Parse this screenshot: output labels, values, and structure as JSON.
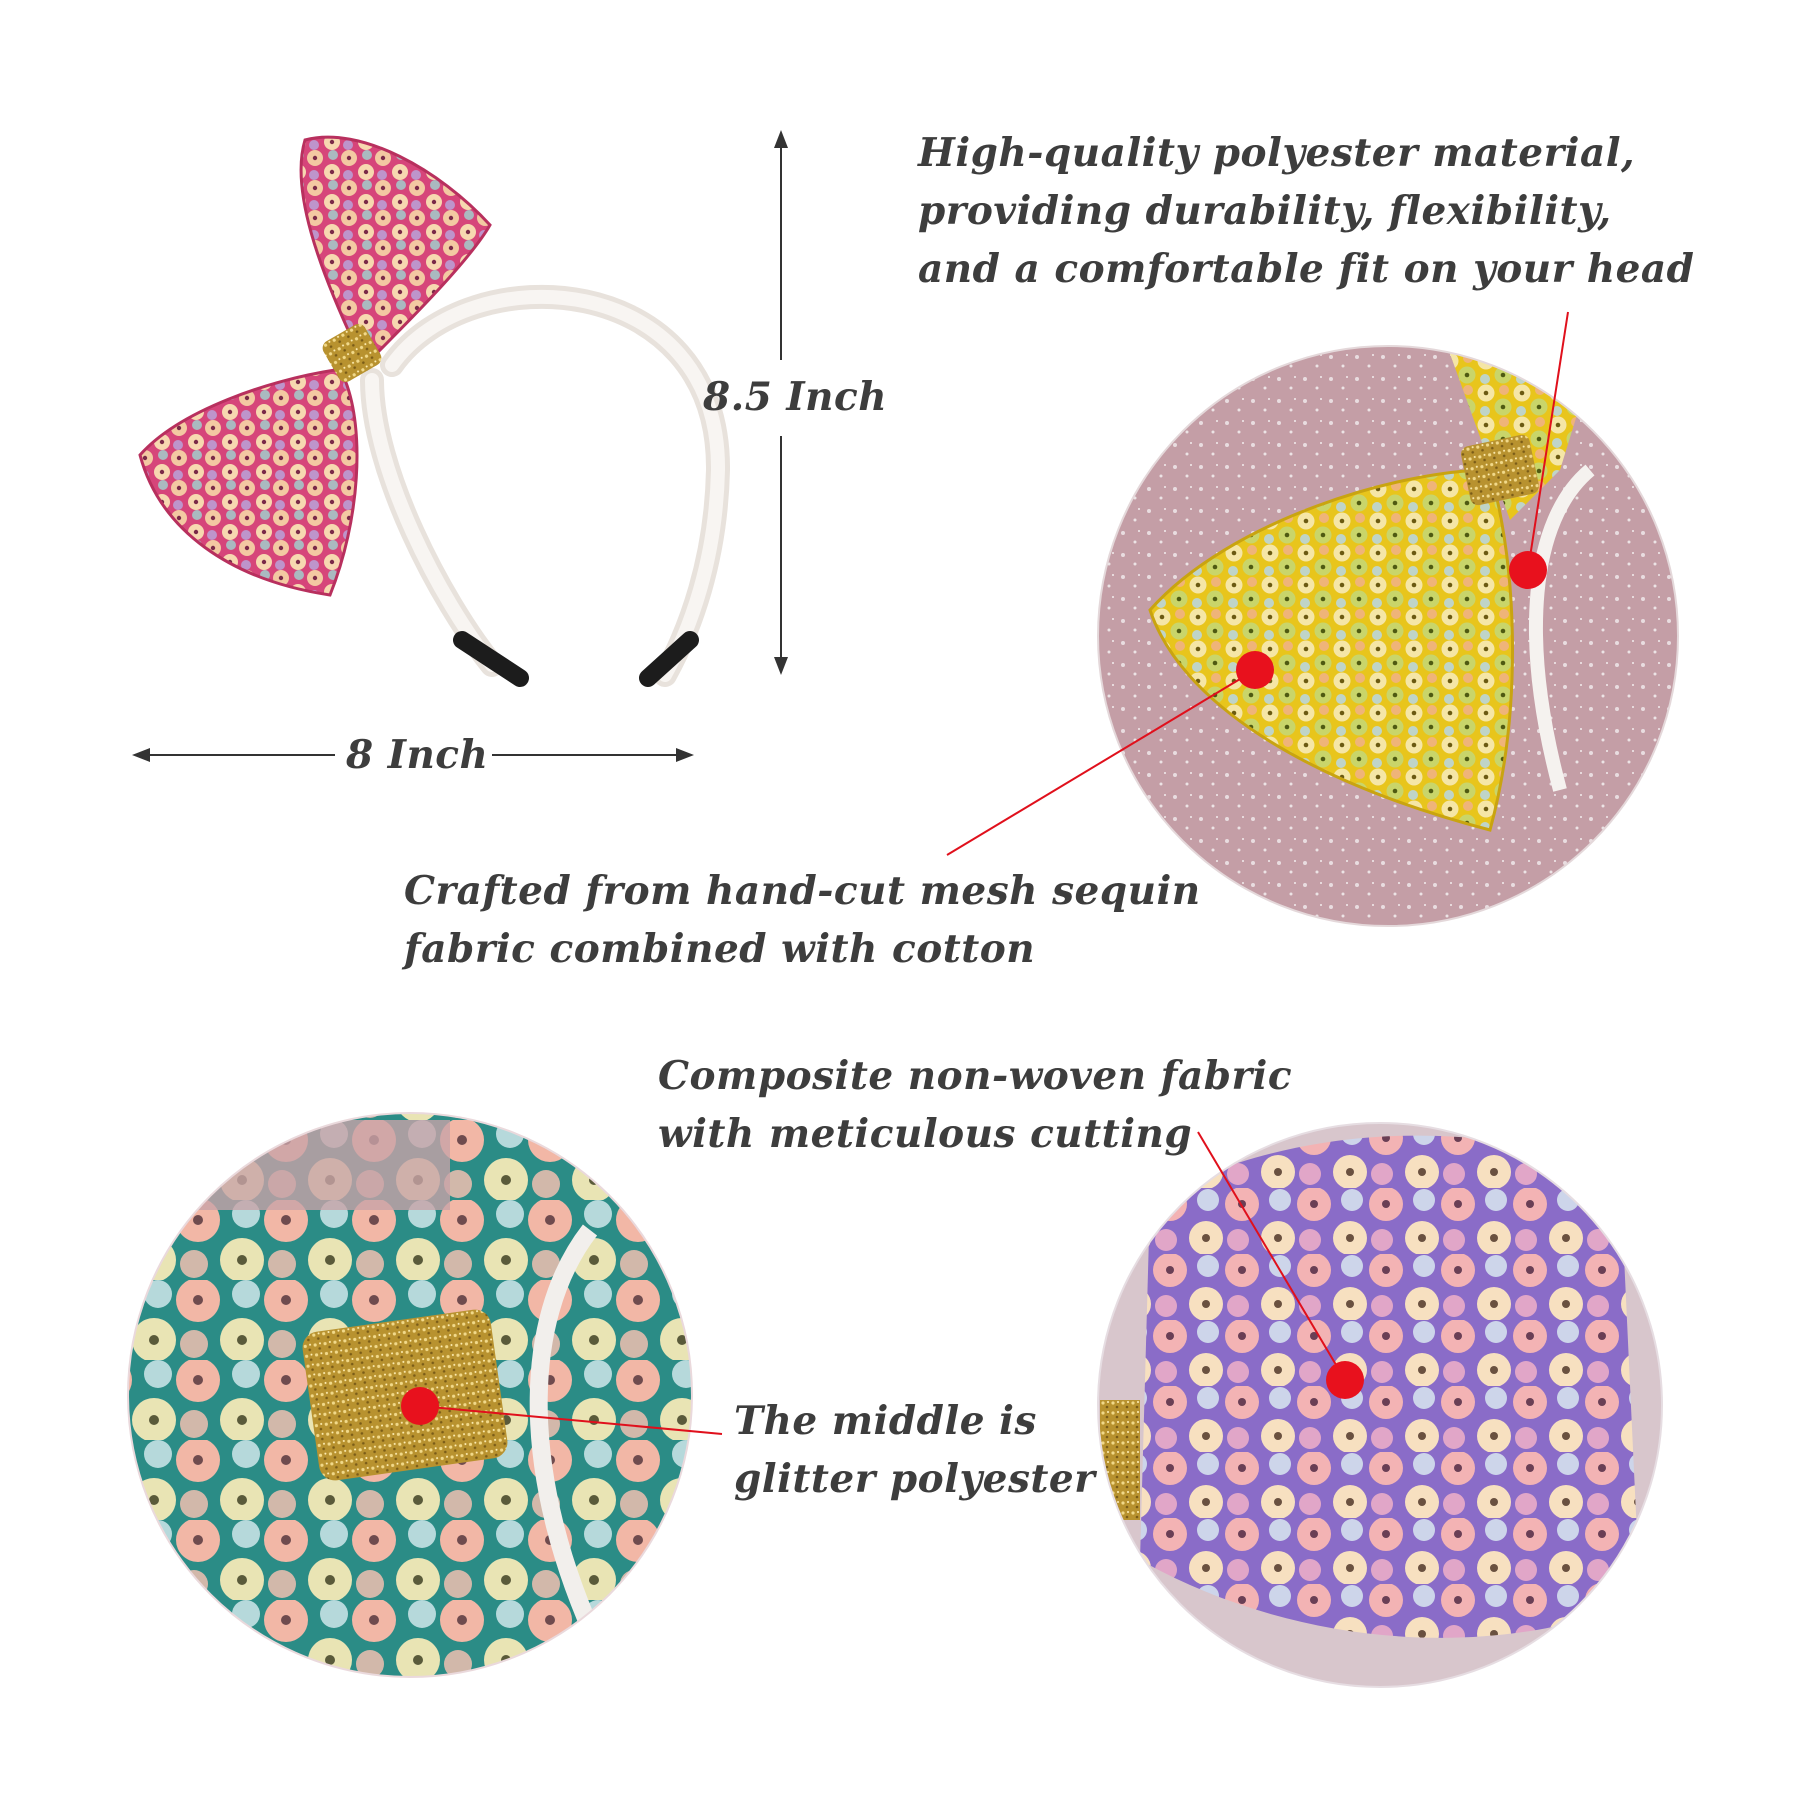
{
  "dimensions": {
    "height_label": "8.5 Inch",
    "width_label": "8 Inch"
  },
  "callouts": {
    "polyester": [
      "High-quality polyester material,",
      "providing durability, flexibility,",
      "and a comfortable fit on your head"
    ],
    "sequin": [
      "Crafted from hand-cut mesh sequin",
      "fabric combined with cotton"
    ],
    "nonwoven": [
      "Composite non-woven fabric",
      "with meticulous cutting"
    ],
    "middle": [
      "The middle is",
      "glitter polyester"
    ]
  },
  "colors": {
    "text": "#3d3d3d",
    "callout_red": "#e0101c",
    "bow_pink": "#d6457a",
    "bow_yellow": "#e8c51c",
    "tulle_teal": "#2b8c86",
    "tulle_purple": "#8a6cc8",
    "glitter_gold": "#b8922f",
    "backdrop_mauve": "#c9a5ac"
  },
  "icons": [
    "arrow-up-icon",
    "arrow-down-icon",
    "arrow-left-icon",
    "arrow-right-icon",
    "callout-dot-icon"
  ]
}
